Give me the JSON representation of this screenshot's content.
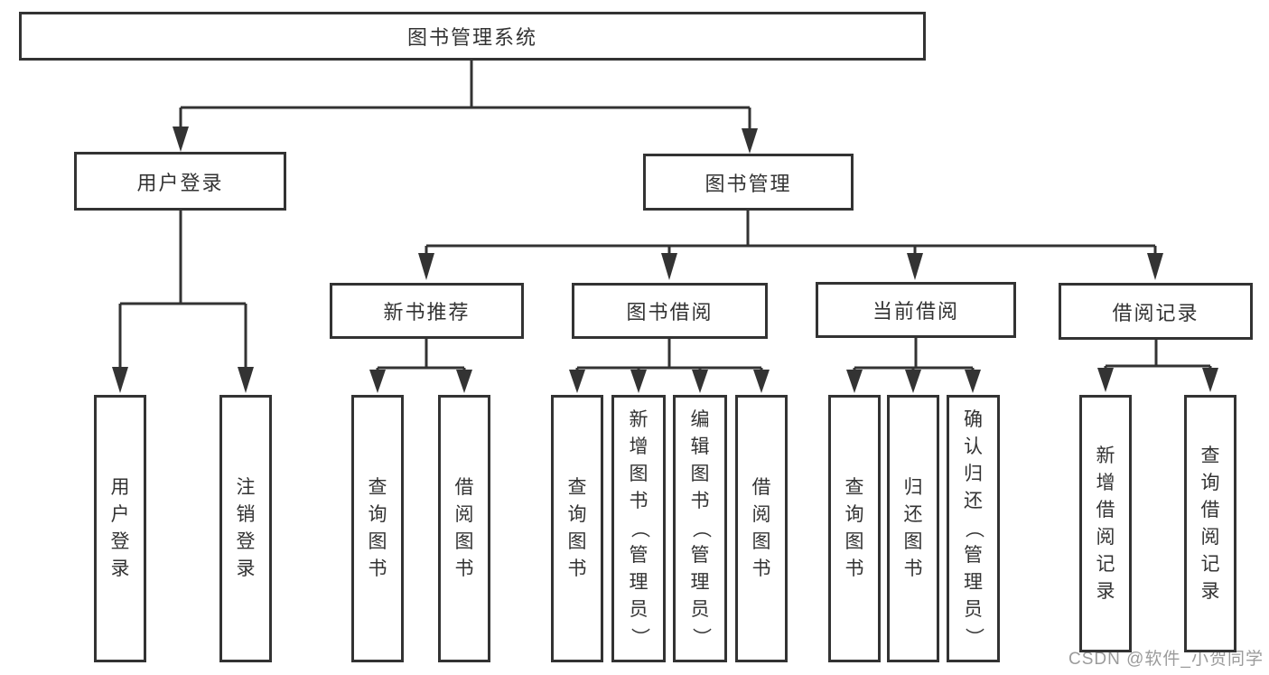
{
  "tree": {
    "root": {
      "label": "图书管理系统"
    },
    "login": {
      "label": "用户登录",
      "children": [
        {
          "label": "用户登录"
        },
        {
          "label": "注销登录"
        }
      ]
    },
    "mgmt": {
      "label": "图书管理",
      "groups": [
        {
          "label": "新书推荐",
          "children": [
            {
              "label": "查询图书"
            },
            {
              "label": "借阅图书"
            }
          ]
        },
        {
          "label": "图书借阅",
          "children": [
            {
              "label": "查询图书"
            },
            {
              "label": "新增图书（管理员）"
            },
            {
              "label": "编辑图书（管理员）"
            },
            {
              "label": "借阅图书"
            }
          ]
        },
        {
          "label": "当前借阅",
          "children": [
            {
              "label": "查询图书"
            },
            {
              "label": "归还图书"
            },
            {
              "label": "确认归还（管理员）"
            }
          ]
        },
        {
          "label": "借阅记录",
          "children": [
            {
              "label": "新增借阅记录"
            },
            {
              "label": "查询借阅记录"
            }
          ]
        }
      ]
    }
  },
  "watermark": {
    "text": "CSDN @软件_小贺同学"
  },
  "colors": {
    "line": "#333333",
    "text": "#333333",
    "box_fill": "#ffffff",
    "background": "#ffffff",
    "watermark": "#9b9b9b"
  }
}
